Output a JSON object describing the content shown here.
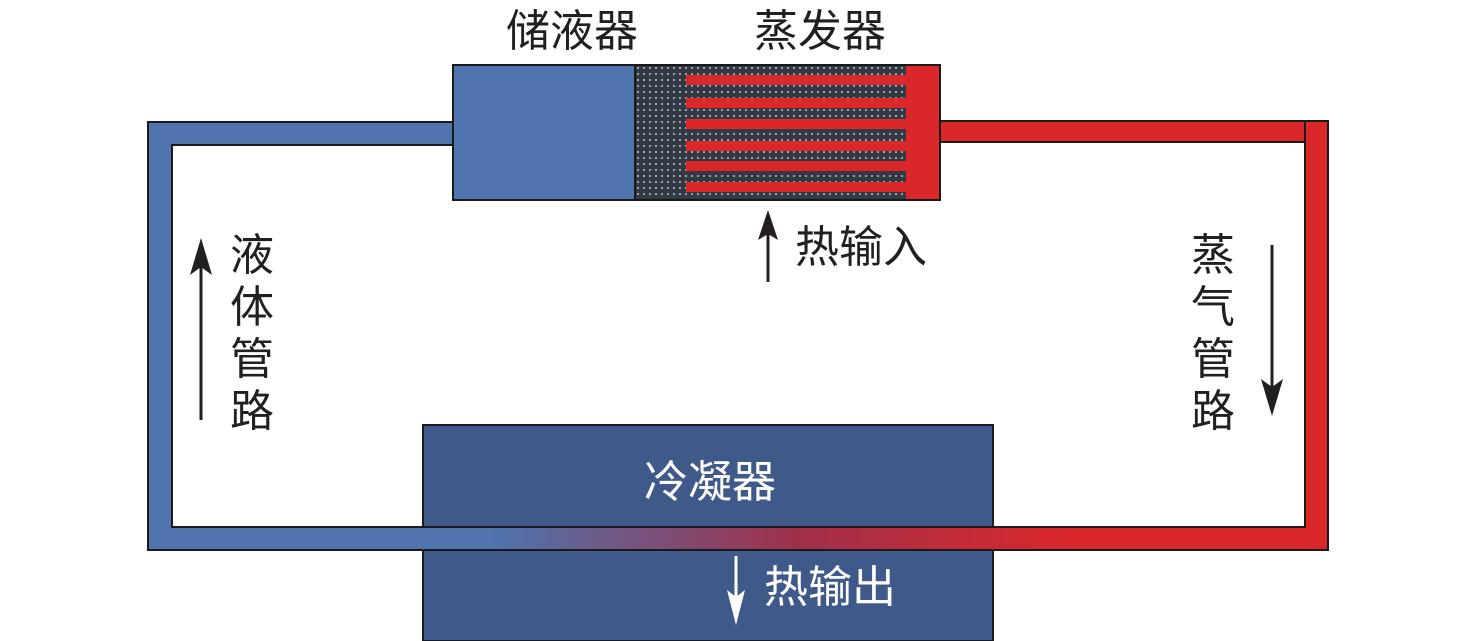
{
  "labels": {
    "reservoir": "储液器",
    "evaporator": "蒸发器",
    "heat_input": "热输入",
    "liquid_line": [
      "液",
      "体",
      "管",
      "路"
    ],
    "vapor_line": [
      "蒸",
      "气",
      "管",
      "路"
    ],
    "condenser": "冷凝器",
    "heat_output": "热输出"
  },
  "colors": {
    "liquid_blue": "#4f74ae",
    "vapor_red": "#d9272a",
    "condenser_blue": "#3f5a8a",
    "wick_dark": "#343840"
  }
}
